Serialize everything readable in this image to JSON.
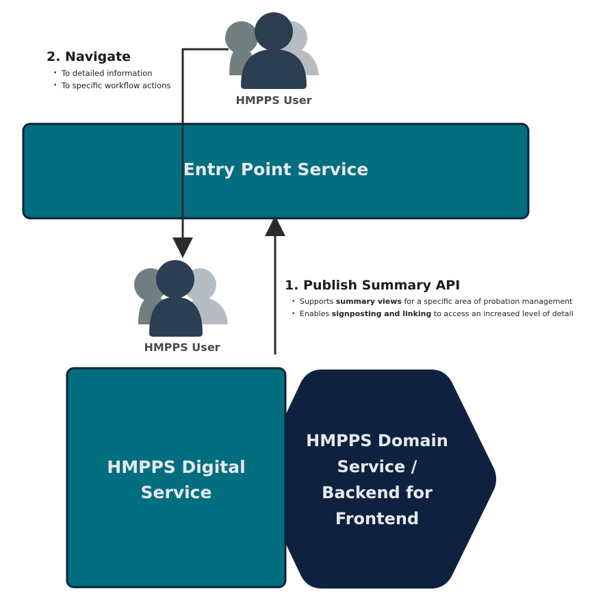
{
  "diagram": {
    "top_user": {
      "label": "HMPPS User",
      "icon": "users-icon"
    },
    "middle_user": {
      "label": "HMPPS User",
      "icon": "users-icon"
    },
    "entry_point": {
      "label": "Entry Point Service"
    },
    "digital_service": {
      "label": "HMPPS Digital Service"
    },
    "domain_service": {
      "label_lines": [
        "HMPPS Domain",
        "Service /",
        "Backend for",
        "Frontend"
      ]
    },
    "navigate": {
      "title": "2. Navigate",
      "bullets": [
        "To detailed information",
        "To specific workflow actions"
      ]
    },
    "publish": {
      "title": "1. Publish Summary API",
      "bullets": [
        {
          "pre": "Supports ",
          "bold": "summary views",
          "post": " for a specific area of probation management"
        },
        {
          "pre": "Enables ",
          "bold": "signposting and linking",
          "post": " to access an increased level of detail"
        }
      ]
    },
    "colors": {
      "teal": "#026e80",
      "navy": "#0e2240",
      "border": "#0b2239",
      "user_front": "#2c3e52",
      "user_back_left": "#727f80",
      "user_back_right": "#b7bcc2"
    }
  }
}
